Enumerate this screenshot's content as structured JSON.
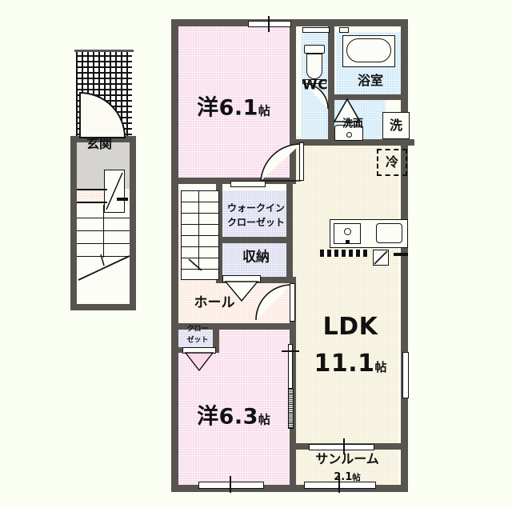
{
  "plan": {
    "type": "floor-plan",
    "language": "ja",
    "unit": "帖",
    "colors": {
      "background": "#fbfff3",
      "wall": "#585550",
      "bedroom_fill": "#f7d9e9",
      "ldk_fill": "#f3eed6",
      "water_fill": "#cfe9f6",
      "closet_fill": "#d9daef",
      "entrance_fill": "#fbe8de",
      "entrance_hall_fill": "#d6d4d0",
      "text": "#111111"
    },
    "rooms": [
      {
        "id": "bedroom-north",
        "name": "洋",
        "area": "6.1",
        "suffix": "帖"
      },
      {
        "id": "bedroom-south",
        "name": "洋",
        "area": "6.3",
        "suffix": "帖"
      },
      {
        "id": "ldk",
        "name": "LDK",
        "area": "11.1",
        "suffix": "帖"
      },
      {
        "id": "sunroom",
        "name": "サンルーム",
        "area": "2.1",
        "suffix": "帖"
      }
    ],
    "labels": {
      "wc": "WC",
      "bath": "浴室",
      "washroom": "洗面",
      "washer": "洗",
      "fridge": "冷",
      "walk_in_closet_line1": "ウォークイン",
      "walk_in_closet_line2": "クローゼット",
      "storage": "収納",
      "hall": "ホール",
      "entrance": "玄関",
      "closet_small_line1": "クロー",
      "closet_small_line2": "ゼット"
    },
    "fixtures": [
      {
        "name": "toilet",
        "room": "wc"
      },
      {
        "name": "bathtub",
        "room": "bath"
      },
      {
        "name": "wash-basin",
        "room": "washroom"
      },
      {
        "name": "washing-machine",
        "room": "washroom"
      },
      {
        "name": "refrigerator-slot",
        "room": "ldk"
      },
      {
        "name": "kitchen-sink",
        "room": "ldk"
      },
      {
        "name": "kitchen-stove",
        "room": "ldk"
      },
      {
        "name": "staircase",
        "room": "hall"
      },
      {
        "name": "entrance-door",
        "room": "entrance"
      },
      {
        "name": "shoe-cabinet",
        "room": "entrance"
      }
    ]
  }
}
